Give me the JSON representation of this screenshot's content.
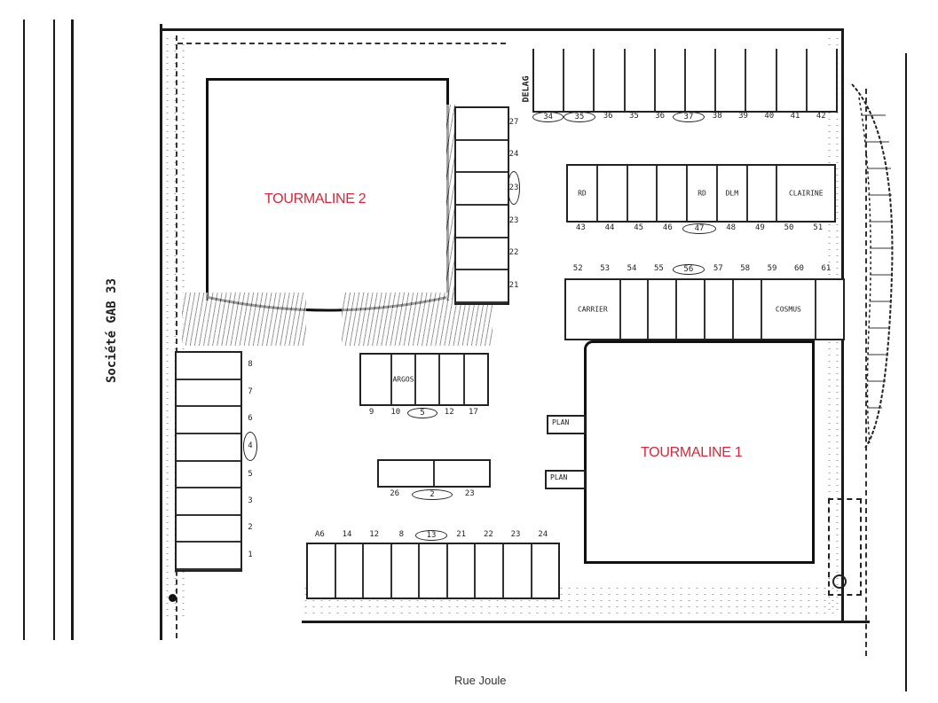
{
  "map": {
    "type": "site-plan",
    "buildings": [
      {
        "id": "t2",
        "label": "TOURMALINE 2"
      },
      {
        "id": "t1",
        "label": "TOURMALINE 1"
      }
    ],
    "streets": {
      "bottom": "Rue Joule"
    },
    "neighbors": {
      "left": "Société GAB 33"
    },
    "label_color": "#d8263a"
  },
  "parking": {
    "top_row": {
      "numbers": [
        "34",
        "35",
        "36",
        "35",
        "36",
        "37",
        "38",
        "39",
        "40",
        "41",
        "42"
      ],
      "circled": [
        "34",
        "35",
        "37"
      ],
      "side_note": "DELAG"
    },
    "middle_row_1": {
      "numbers": [
        "43",
        "44",
        "45",
        "46",
        "47",
        "48",
        "49",
        "50",
        "51"
      ],
      "circled": [
        "47"
      ],
      "stall_notes": [
        "RD",
        "",
        "",
        "",
        "RD",
        "DLM",
        "",
        "CLAIRINE",
        ""
      ]
    },
    "middle_row_2": {
      "numbers": [
        "52",
        "53",
        "54",
        "55",
        "56",
        "57",
        "58",
        "59",
        "60",
        "61"
      ],
      "circled": [
        "56"
      ],
      "stall_notes": [
        "CARRIER",
        "",
        "",
        "",
        "",
        "",
        "",
        "COSMUS",
        "",
        ""
      ]
    },
    "right_of_t2": {
      "numbers": [
        "27",
        "24",
        "23",
        "23",
        "22",
        "21"
      ],
      "circled": [
        "23"
      ]
    },
    "center_row": {
      "numbers": [
        "9",
        "10",
        "5",
        "12",
        "17"
      ],
      "circled": [
        "5"
      ],
      "stall_notes": [
        "",
        "ARGOS",
        "",
        "",
        ""
      ]
    },
    "center_small": {
      "numbers": [
        "26",
        "2",
        "23"
      ],
      "circled": [
        "2"
      ]
    },
    "left_column": {
      "numbers": [
        "8",
        "7",
        "6",
        "5",
        "4",
        "3",
        "2",
        "1"
      ],
      "circled": [
        "4"
      ]
    },
    "bottom_row": {
      "numbers": [
        "A6",
        "14",
        "12",
        "8",
        "13",
        "21",
        "22",
        "23",
        "24"
      ],
      "circled": [
        "13"
      ]
    },
    "small_boxes": [
      "PLAN",
      "PLAN"
    ]
  }
}
